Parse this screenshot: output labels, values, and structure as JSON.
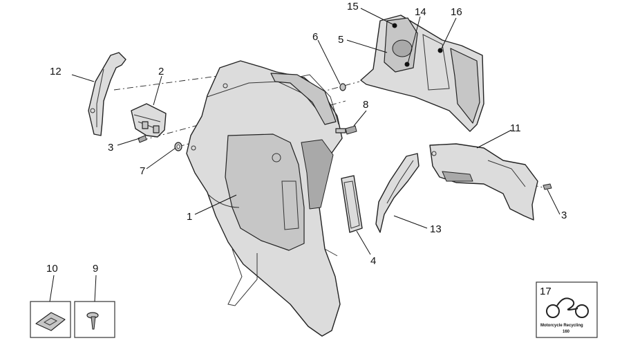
{
  "callouts": {
    "c1": "1",
    "c2": "2",
    "c3a": "3",
    "c3b": "3",
    "c4": "4",
    "c5": "5",
    "c6": "6",
    "c7": "7",
    "c8": "8",
    "c9": "9",
    "c10": "10",
    "c11": "11",
    "c12": "12",
    "c13": "13",
    "c14": "14",
    "c15": "15",
    "c16": "16",
    "c17": "17"
  },
  "recycling_badge": {
    "line1": "Motorcycle Recycling",
    "line2": "160"
  }
}
